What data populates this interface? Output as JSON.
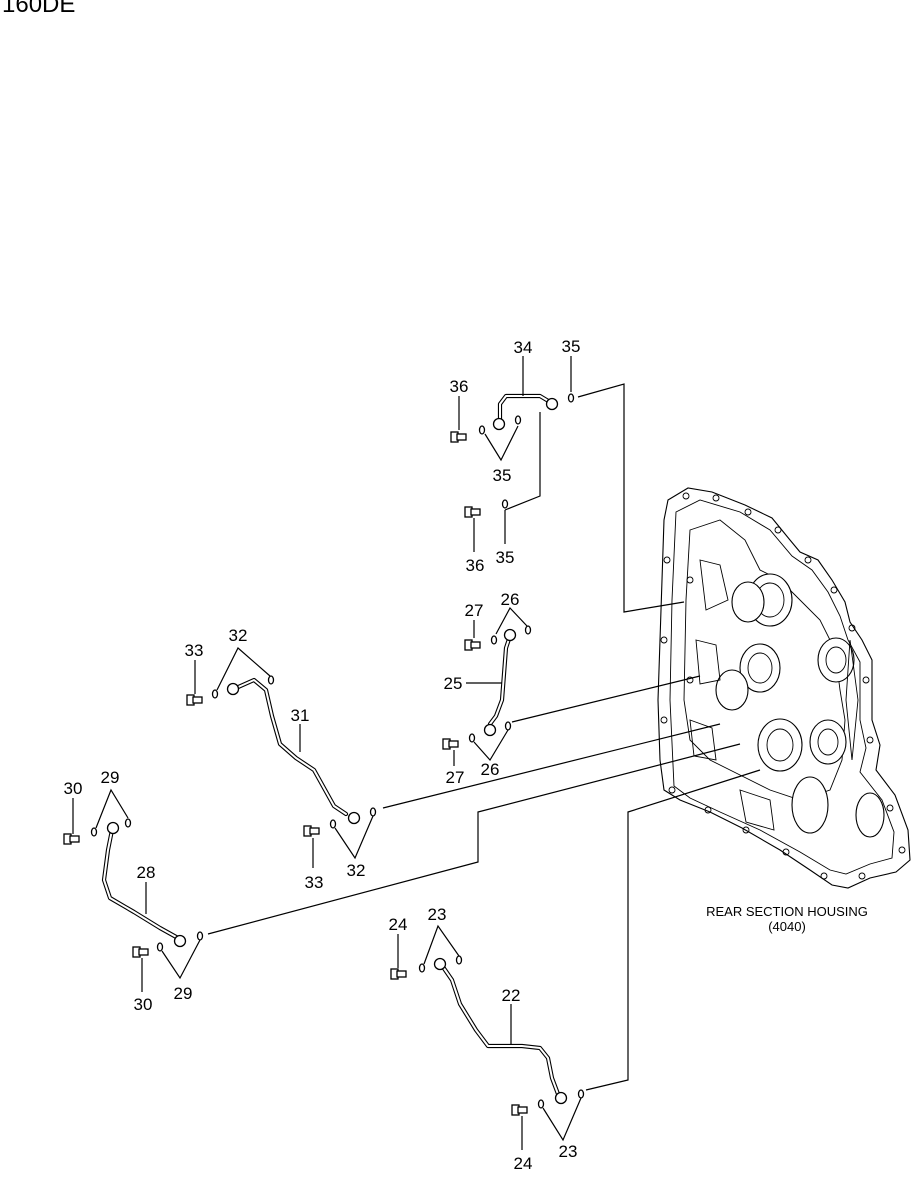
{
  "header": {
    "model": "160DE"
  },
  "housing": {
    "title": "REAR SECTION HOUSING",
    "code": "(4040)"
  },
  "labels": {
    "p22": "22",
    "p23a": "23",
    "p23b": "23",
    "p24a": "24",
    "p24b": "24",
    "p25": "25",
    "p26a": "26",
    "p26b": "26",
    "p27a": "27",
    "p27b": "27",
    "p28": "28",
    "p29a": "29",
    "p29b": "29",
    "p30a": "30",
    "p30b": "30",
    "p31": "31",
    "p32a": "32",
    "p32b": "32",
    "p33a": "33",
    "p33b": "33",
    "p34": "34",
    "p35a": "35",
    "p35b": "35",
    "p35c": "35",
    "p36a": "36",
    "p36b": "36"
  }
}
